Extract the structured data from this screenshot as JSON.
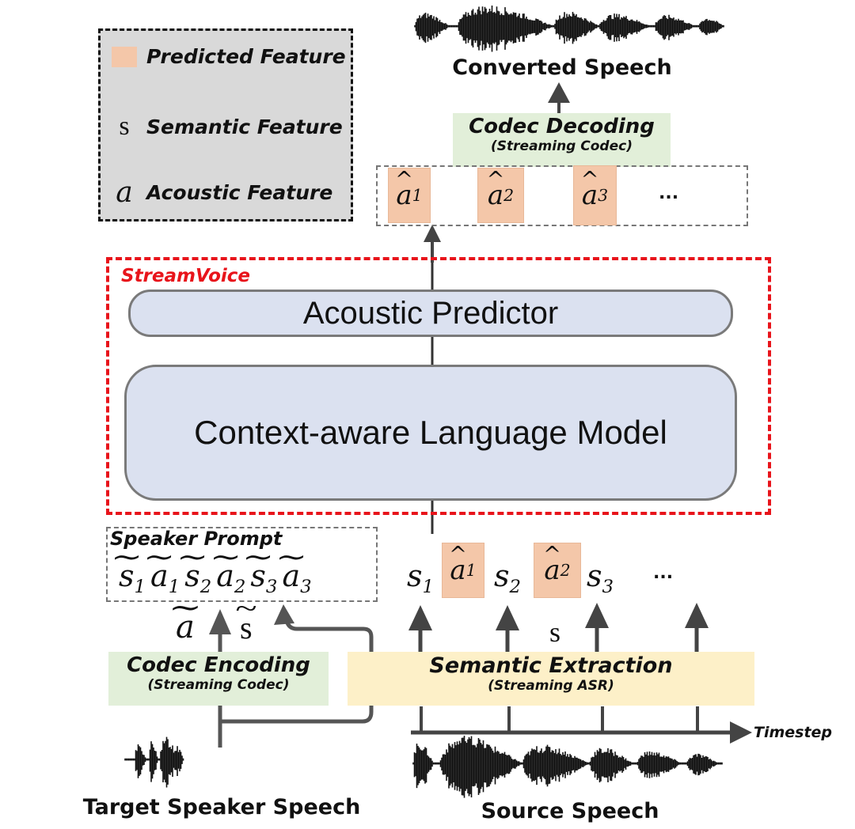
{
  "legend": {
    "items": [
      {
        "symbol": "",
        "label": "Predicted Feature",
        "color": "#f4c7a9"
      },
      {
        "symbol": "s",
        "label": "Semantic Feature"
      },
      {
        "symbol": "a",
        "label": "Acoustic Feature"
      }
    ]
  },
  "output": {
    "converted_speech": "Converted Speech",
    "codec_decoding": "Codec Decoding",
    "codec_decoding_sub": "(Streaming Codec)",
    "predicted_tokens": [
      {
        "base": "a",
        "sub": "1"
      },
      {
        "base": "a",
        "sub": "2"
      },
      {
        "base": "a",
        "sub": "3"
      }
    ],
    "ellipsis": "..."
  },
  "model": {
    "name": "StreamVoice",
    "name_color": "#e8141b",
    "acoustic_predictor": "Acoustic Predictor",
    "language_model": "Context-aware Language Model"
  },
  "speaker_prompt": {
    "title": "Speaker Prompt",
    "tokens": [
      {
        "base": "s",
        "sub": "1"
      },
      {
        "base": "a",
        "sub": "1"
      },
      {
        "base": "s",
        "sub": "2"
      },
      {
        "base": "a",
        "sub": "2"
      },
      {
        "base": "s",
        "sub": "3"
      },
      {
        "base": "a",
        "sub": "3"
      }
    ],
    "a_label": "a",
    "s_label": "s"
  },
  "input_sequence": {
    "tokens": [
      {
        "base": "s",
        "sub": "1",
        "predicted": false
      },
      {
        "base": "a",
        "sub": "1",
        "predicted": true
      },
      {
        "base": "s",
        "sub": "2",
        "predicted": false
      },
      {
        "base": "a",
        "sub": "2",
        "predicted": true
      },
      {
        "base": "s",
        "sub": "3",
        "predicted": false
      }
    ],
    "ellipsis": "...",
    "s_label": "s"
  },
  "encoders": {
    "codec_encoding": "Codec Encoding",
    "codec_encoding_sub": "(Streaming Codec)",
    "semantic_extraction": "Semantic Extraction",
    "semantic_extraction_sub": "(Streaming ASR)"
  },
  "bottom": {
    "target_speech": "Target Speaker Speech",
    "source_speech": "Source Speech",
    "timestep": "Timestep"
  }
}
